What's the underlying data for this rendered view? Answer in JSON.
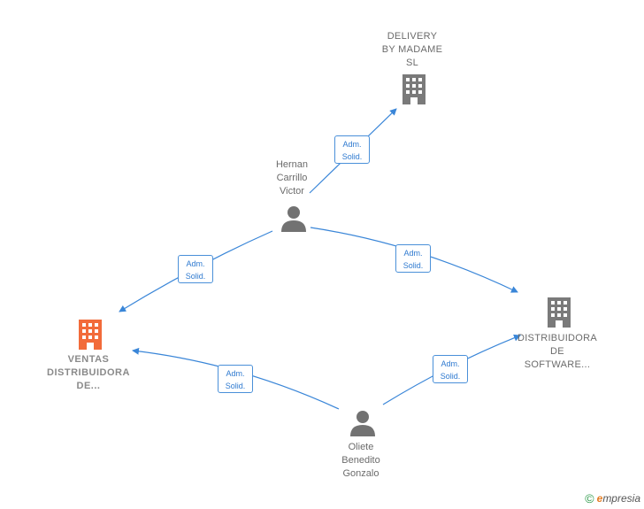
{
  "colors": {
    "edge": "#3a86d8",
    "company": "#7a7a7a",
    "company_highlight": "#f26b3a",
    "person": "#727272"
  },
  "nodes": {
    "delivery": {
      "label": "DELIVERY\nBY MADAME\nSL",
      "icon": "building-icon"
    },
    "hernan": {
      "label": "Hernan\nCarrillo\nVictor",
      "icon": "person-icon"
    },
    "ventas": {
      "label": "VENTAS\nDISTRIBUIDORA\nDE...",
      "icon": "building-icon"
    },
    "distribuidora": {
      "label": "DISTRIBUIDORA\nDE\nSOFTWARE...",
      "icon": "building-icon"
    },
    "oliete": {
      "label": "Oliete\nBenedito\nGonzalo",
      "icon": "person-icon"
    }
  },
  "edges": [
    {
      "line1": "Adm.",
      "line2": "Solid."
    },
    {
      "line1": "Adm.",
      "line2": "Solid."
    },
    {
      "line1": "Adm.",
      "line2": "Solid."
    },
    {
      "line1": "Adm.",
      "line2": "Solid."
    },
    {
      "line1": "Adm.",
      "line2": "Solid."
    }
  ],
  "footer": {
    "copyright": "©",
    "brand_initial": "e",
    "brand_rest": "mpresia"
  }
}
